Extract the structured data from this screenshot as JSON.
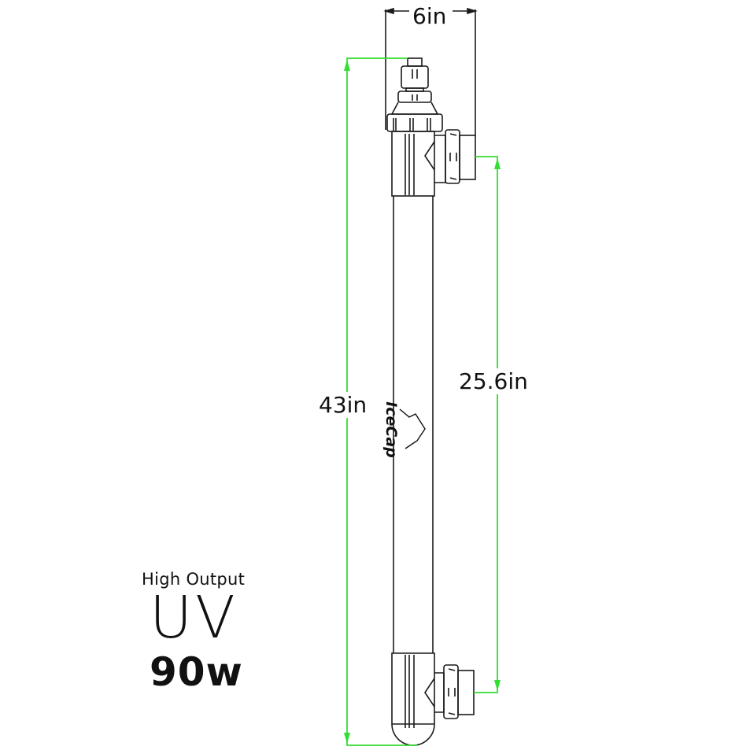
{
  "product": {
    "brand_logo": "IceCap",
    "subtitle": "High Output",
    "type": "UV",
    "wattage": "90w"
  },
  "dimensions": {
    "width": "6in",
    "overall_height": "43in",
    "port_spacing": "25.6in"
  },
  "colors": {
    "dimension_line": "#33dd33",
    "outline": "#1a1a1a",
    "background": "#ffffff"
  }
}
